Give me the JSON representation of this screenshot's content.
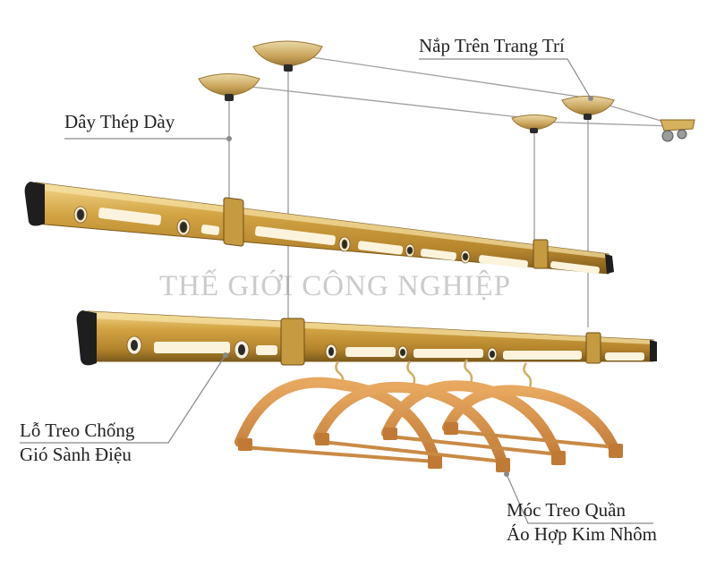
{
  "labels": {
    "top_cap": "Nắp Trên Trang Trí",
    "steel_wire": "Dây Thép Dày",
    "hole_line1": "Lỗ Treo Chống",
    "hole_line2": "Gió Sành Điệu",
    "hook_line1": "Móc Treo Quần",
    "hook_line2": "Áo Hợp Kim Nhôm"
  },
  "watermark": "THẾ GIỚI CÔNG NGHIỆP",
  "colors": {
    "rail_gold": "#c99a3a",
    "rail_highlight": "#f0d488",
    "rail_shadow": "#8a6420",
    "end_cap": "#1e1e1e",
    "hanger_wood": "#d9954c",
    "wire": "#9a9a9a",
    "leader_line": "#8a8a8a",
    "text": "#222222"
  }
}
